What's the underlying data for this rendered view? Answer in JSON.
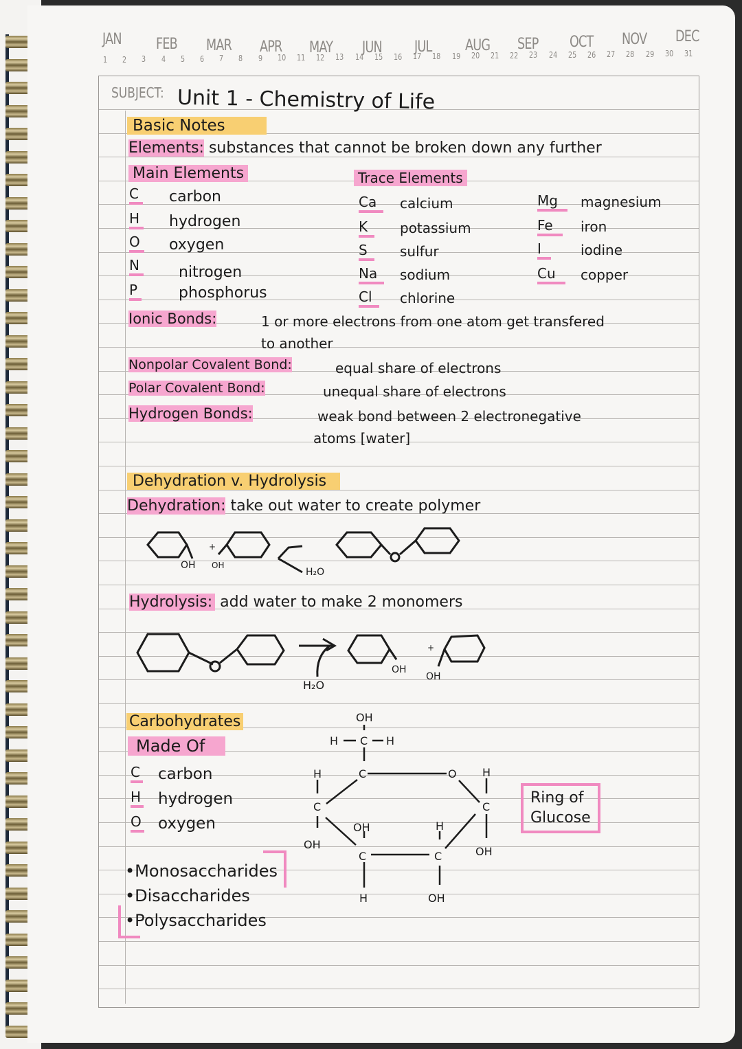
{
  "calendar": {
    "months": [
      "JAN",
      "FEB",
      "MAR",
      "APR",
      "MAY",
      "JUN",
      "JUL",
      "AUG",
      "SEP",
      "OCT",
      "NOV",
      "DEC"
    ],
    "days": [
      "1",
      "2",
      "3",
      "4",
      "5",
      "6",
      "7",
      "8",
      "9",
      "10",
      "11",
      "12",
      "13",
      "14",
      "15",
      "16",
      "17",
      "18",
      "19",
      "20",
      "21",
      "22",
      "23",
      "24",
      "25",
      "26",
      "27",
      "28",
      "29",
      "30",
      "31"
    ]
  },
  "header": {
    "subject_label": "SUBJECT:",
    "subject_value": "Unit 1 - Chemistry of Life"
  },
  "basic_notes": {
    "heading": "Basic Notes",
    "elements_term": "Elements:",
    "elements_def": "substances that cannot be broken down any further",
    "main_heading": "Main Elements",
    "trace_heading": "Trace Elements",
    "main_elements": [
      {
        "symbol": "C",
        "name": "carbon"
      },
      {
        "symbol": "H",
        "name": "hydrogen"
      },
      {
        "symbol": "O",
        "name": "oxygen"
      },
      {
        "symbol": "N",
        "name": "nitrogen"
      },
      {
        "symbol": "P",
        "name": "phosphorus"
      }
    ],
    "trace_elements_col1": [
      {
        "symbol": "Ca",
        "name": "calcium"
      },
      {
        "symbol": "K",
        "name": "potassium"
      },
      {
        "symbol": "S",
        "name": "sulfur"
      },
      {
        "symbol": "Na",
        "name": "sodium"
      },
      {
        "symbol": "Cl",
        "name": "chlorine"
      }
    ],
    "trace_elements_col2": [
      {
        "symbol": "Mg",
        "name": "magnesium"
      },
      {
        "symbol": "Fe",
        "name": "iron"
      },
      {
        "symbol": "I",
        "name": "iodine"
      },
      {
        "symbol": "Cu",
        "name": "copper"
      }
    ],
    "bonds": [
      {
        "term": "Ionic Bonds:",
        "def": "1 or more electrons from one atom get transfered",
        "def2": "to another"
      },
      {
        "term": "Nonpolar Covalent Bond:",
        "def": "equal share of electrons"
      },
      {
        "term": "Polar Covalent Bond:",
        "def": "unequal share of electrons"
      },
      {
        "term": "Hydrogen Bonds:",
        "def": "weak bond between 2 electronegative",
        "def2": "atoms [water]"
      }
    ]
  },
  "reactions": {
    "heading": "Dehydration v. Hydrolysis",
    "dehydration_term": "Dehydration:",
    "dehydration_def": "take out water to create polymer",
    "hydrolysis_term": "Hydrolysis:",
    "hydrolysis_def": "add water to make 2 monomers",
    "labels": {
      "oh": "OH",
      "water": "H₂O",
      "plus": "+"
    }
  },
  "carbohydrates": {
    "heading": "Carbohydrates",
    "made_of_heading": "Made Of",
    "made_of": [
      {
        "symbol": "C",
        "name": "carbon"
      },
      {
        "symbol": "H",
        "name": "hydrogen"
      },
      {
        "symbol": "O",
        "name": "oxygen"
      }
    ],
    "types": [
      "•Monosaccharides",
      "•Disaccharides",
      "•Polysaccharides"
    ],
    "diagram_caption_line1": "Ring of",
    "diagram_caption_line2": "Glucose",
    "atoms": {
      "c": "C",
      "h": "H",
      "o": "O",
      "oh": "OH"
    }
  },
  "colors": {
    "highlight_yellow": "#f8cf72",
    "highlight_pink": "#f6a6cf",
    "underline_pink": "#f08ac0",
    "ink": "#1c1c1c",
    "print_gray": "#8d8a86"
  }
}
